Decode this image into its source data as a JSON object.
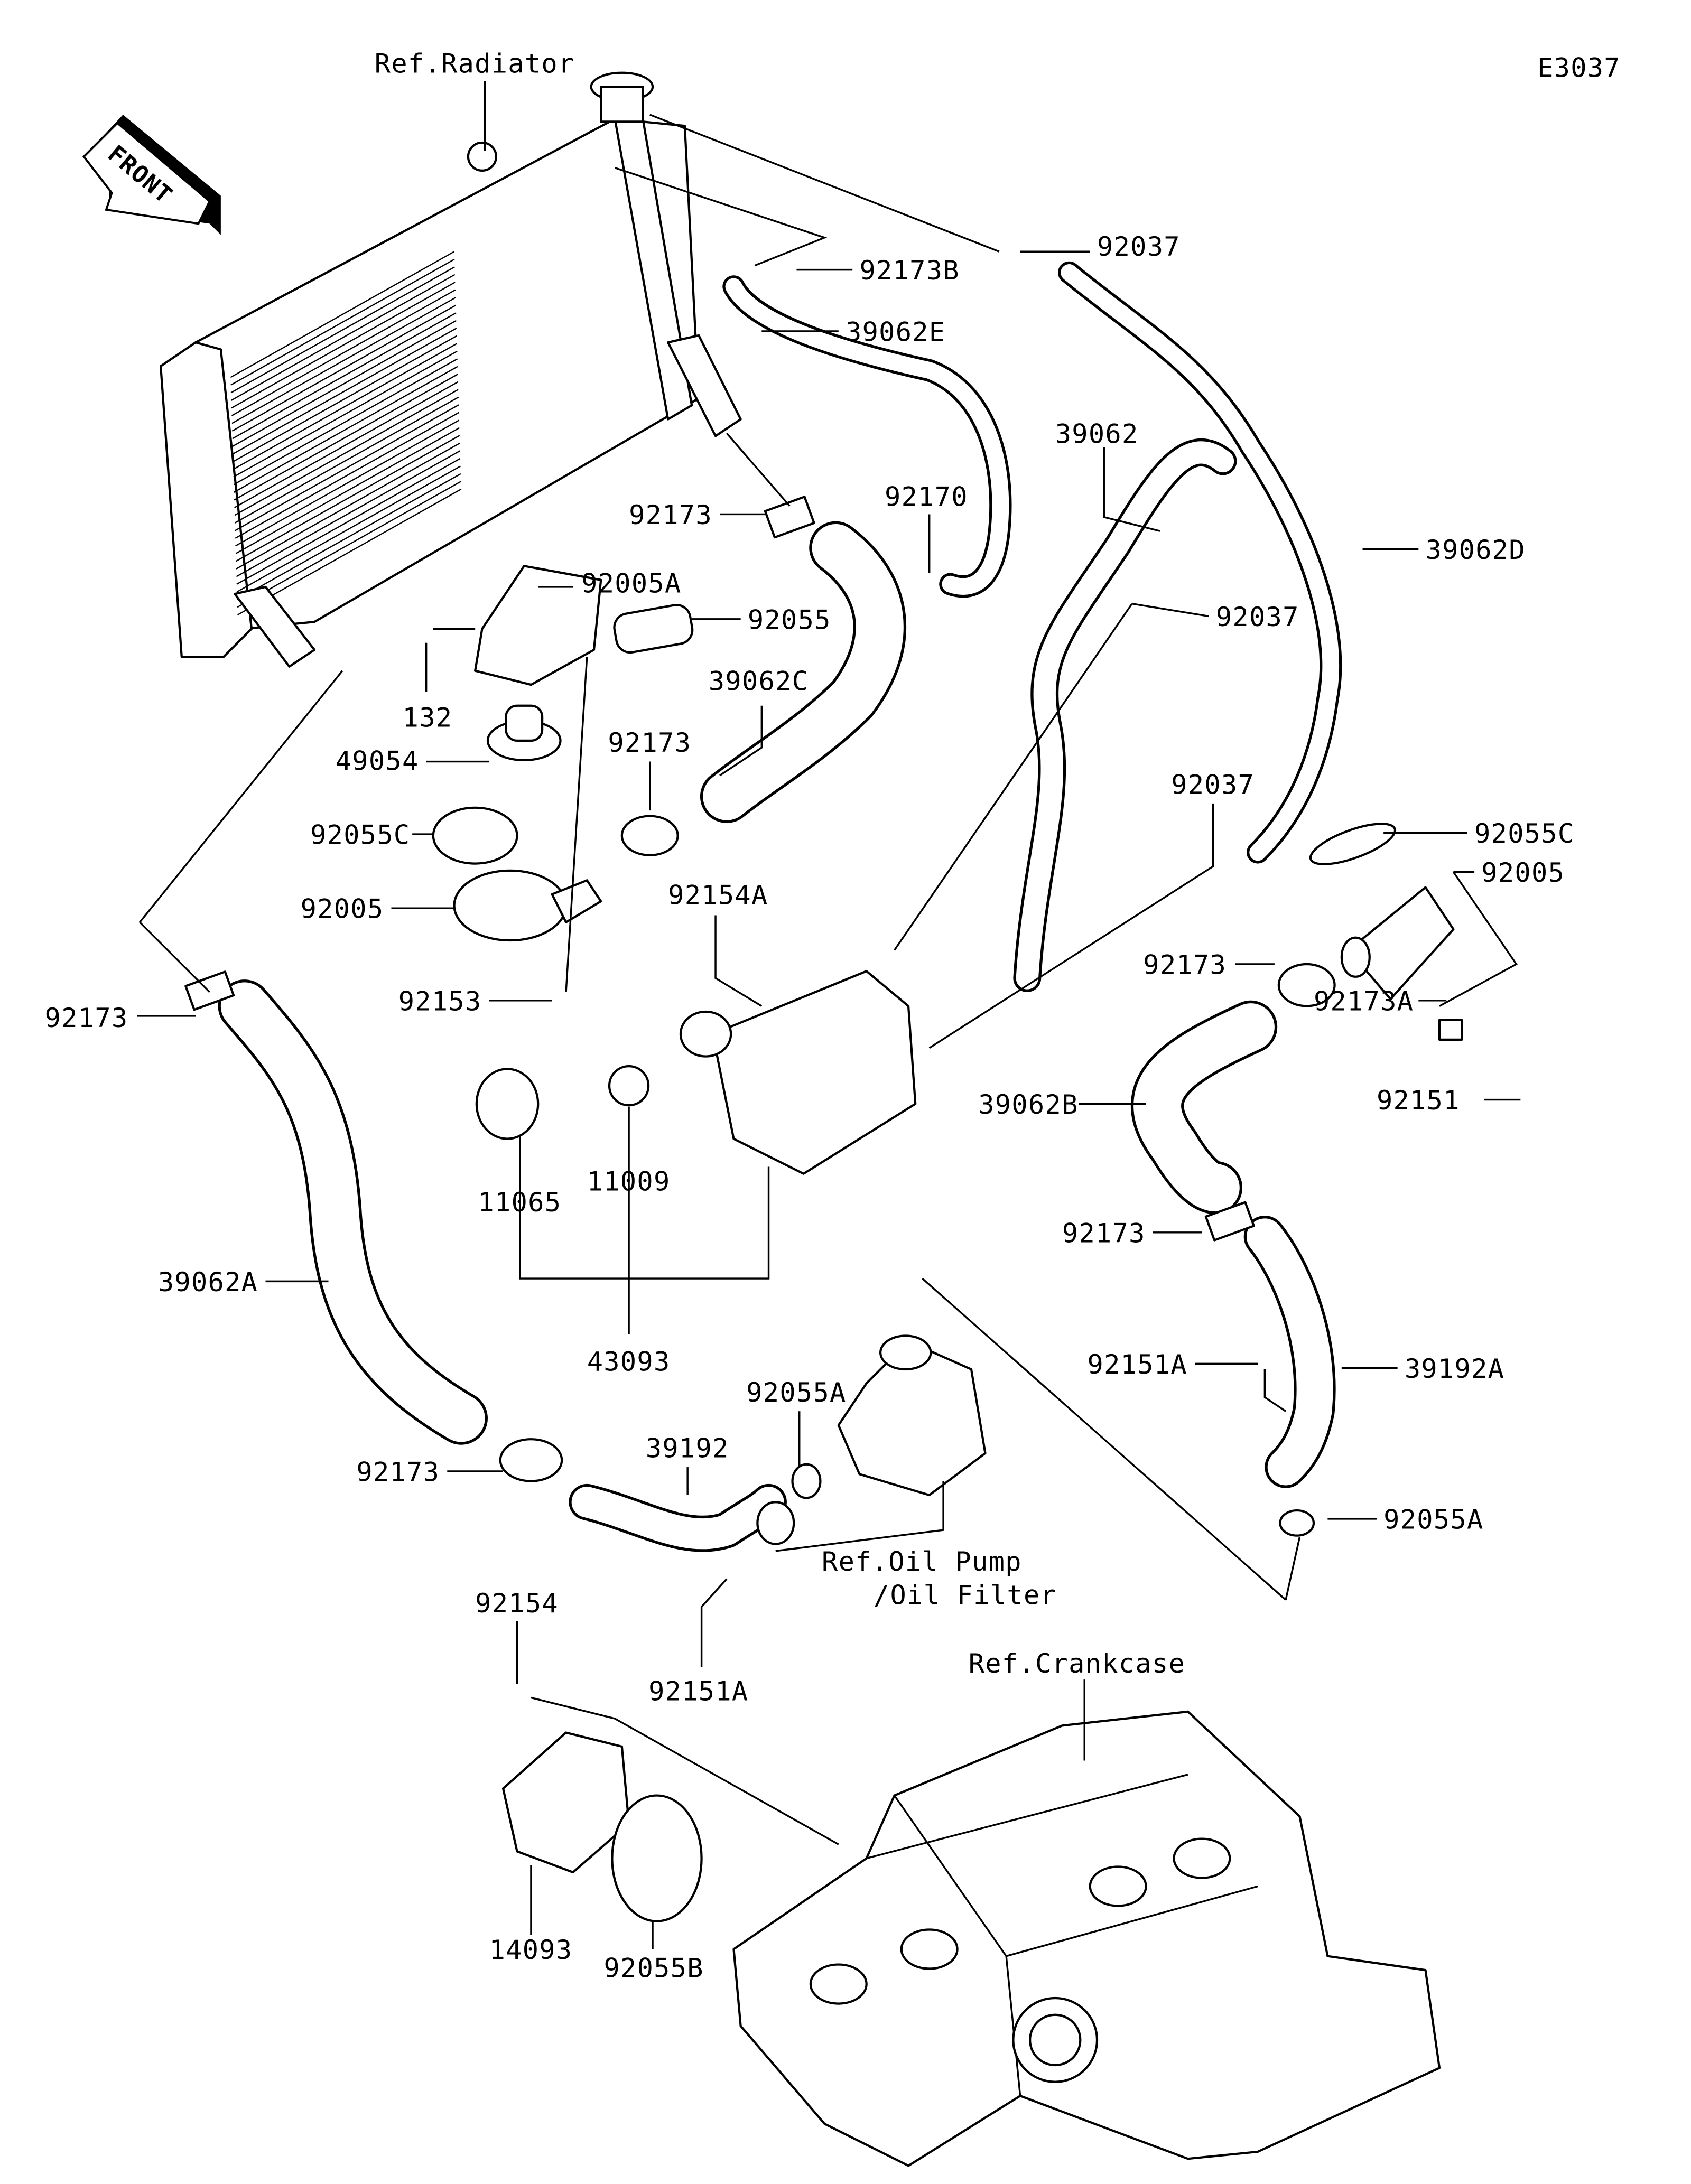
{
  "diagram": {
    "code": "E3037",
    "front_arrow": "FRONT",
    "callouts": [
      "Ref.Radiator",
      "E3037",
      "FRONT",
      "92037",
      "92173B",
      "39062E",
      "39062",
      "92173",
      "92170",
      "39062D",
      "92005A",
      "92055",
      "92037",
      "132",
      "39062C",
      "49054",
      "92173",
      "92055C",
      "92037",
      "92055C",
      "92005",
      "92005",
      "92154A",
      "92173",
      "92153",
      "92173",
      "92173A",
      "92151",
      "39062B",
      "11009",
      "11065",
      "92173",
      "39062A",
      "43093",
      "92151A",
      "39192A",
      "92055A",
      "39192",
      "92173",
      "92055A",
      "Ref.Oil Pump",
      "/Oil Filter",
      "92154",
      "92151A",
      "Ref.Crankcase",
      "14093",
      "92055B"
    ]
  }
}
